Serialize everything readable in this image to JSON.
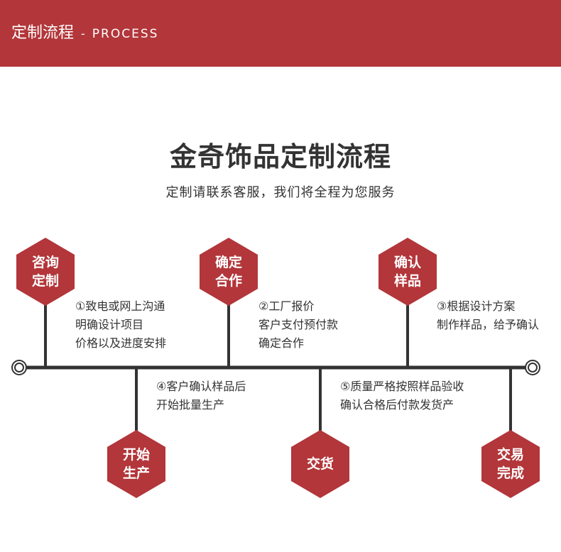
{
  "header": {
    "title": "定制流程",
    "separator": "-",
    "subtitle": "PROCESS"
  },
  "main": {
    "title": "金奇饰品定制流程",
    "subtitle": "定制请联系客服，我们将全程为您服务"
  },
  "colors": {
    "brand": "#b2363a",
    "line": "#333333",
    "text": "#333333"
  },
  "steps": [
    {
      "label_lines": [
        "咨询",
        "定制"
      ],
      "desc_lines": [
        "①致电或网上沟通",
        "明确设计项目",
        "价格以及进度安排"
      ]
    },
    {
      "label_lines": [
        "确定",
        "合作"
      ],
      "desc_lines": [
        "②工厂报价",
        "客户支付预付款",
        "确定合作"
      ]
    },
    {
      "label_lines": [
        "确认",
        "样品"
      ],
      "desc_lines": [
        "③根据设计方案",
        "制作样品，给予确认"
      ]
    },
    {
      "label_lines": [
        "开始",
        "生产"
      ],
      "desc_lines": [
        "④客户确认样品后",
        "开始批量生产"
      ]
    },
    {
      "label_lines": [
        "交货"
      ],
      "desc_lines": [
        "⑤质量严格按照样品验收",
        "确认合格后付款发货产"
      ]
    },
    {
      "label_lines": [
        "交易",
        "完成"
      ],
      "desc_lines": []
    }
  ]
}
